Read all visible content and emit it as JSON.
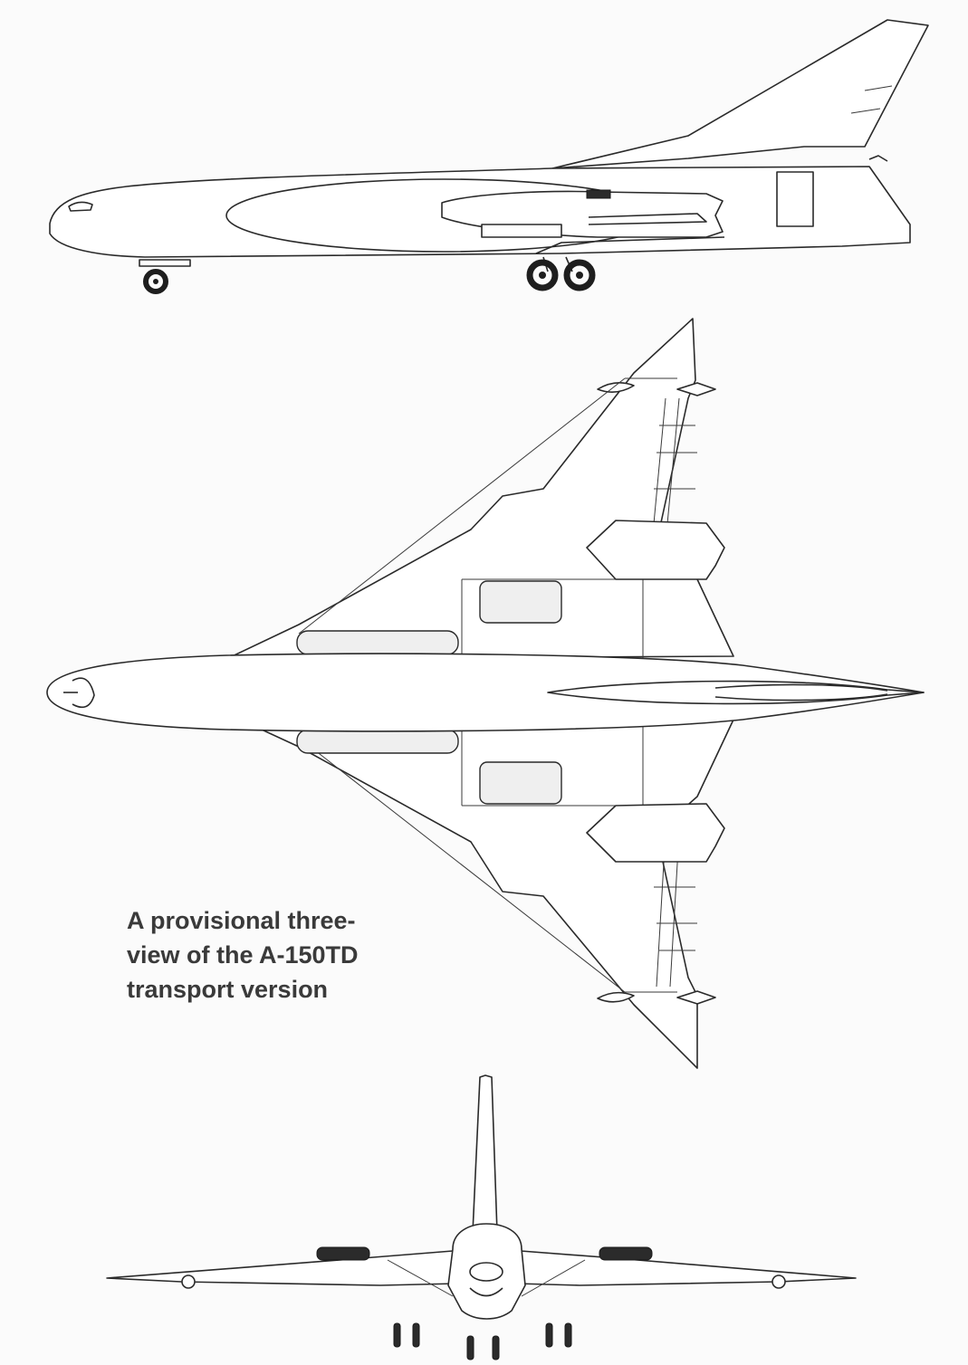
{
  "caption": {
    "line1": "A provisional three-",
    "line2": "view of the A-150TD",
    "line3": "transport version"
  },
  "colors": {
    "line": "#2a2a2a",
    "background": "#fbfbfb",
    "caption_text": "#3a3a3a"
  }
}
